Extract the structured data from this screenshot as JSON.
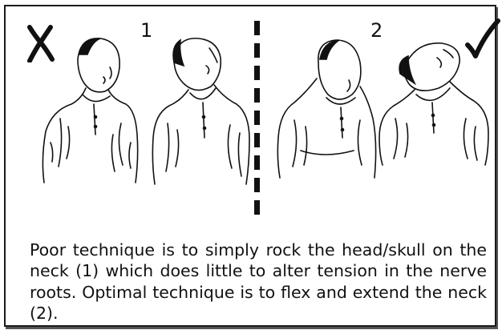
{
  "labels": {
    "step_one": "1",
    "step_two": "2"
  },
  "icons": {
    "poor": "cross-mark-icon",
    "optimal": "check-mark-icon"
  },
  "caption": "Poor technique is to simply rock the head/skull on the neck (1) which does little to alter tension in the nerve roots. Optimal technique is to flex and extend the neck (2)."
}
